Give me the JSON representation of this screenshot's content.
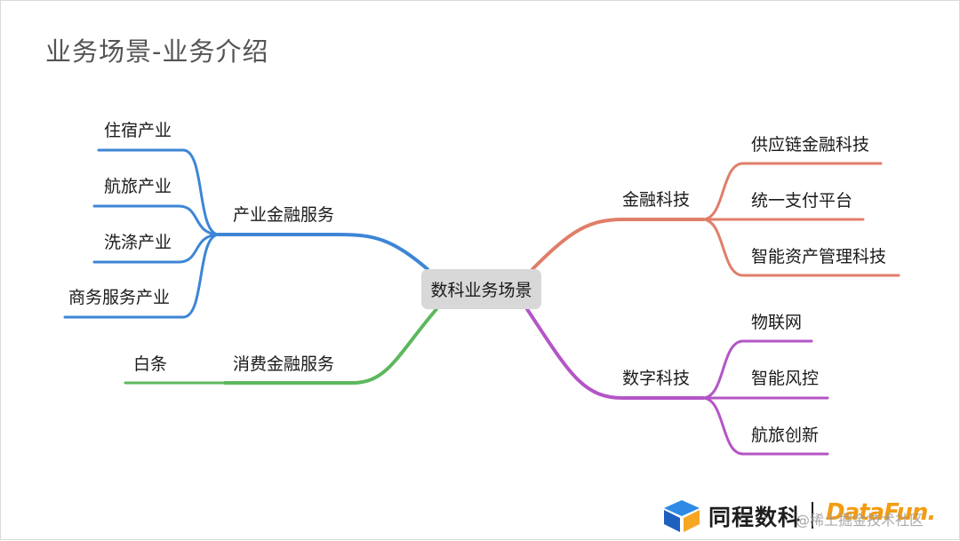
{
  "slide": {
    "title": "业务场景-业务介绍"
  },
  "mindmap": {
    "center": "数科业务场景",
    "left": [
      {
        "label": "产业金融服务",
        "color": "#3d86d6",
        "children": [
          "住宿产业",
          "航旅产业",
          "洗涤产业",
          "商务服务产业"
        ]
      },
      {
        "label": "消费金融服务",
        "color": "#5cb85c",
        "children": [
          "白条"
        ]
      }
    ],
    "right": [
      {
        "label": "金融科技",
        "color": "#e07e6a",
        "children": [
          "供应链金融科技",
          "统一支付平台",
          "智能资产管理科技"
        ]
      },
      {
        "label": "数字科技",
        "color": "#b455c6",
        "children": [
          "物联网",
          "智能风控",
          "航旅创新"
        ]
      }
    ]
  },
  "footer": {
    "brand": "同程数科",
    "partner": "DataFun.",
    "watermark": "@稀土掘金技术社区"
  }
}
